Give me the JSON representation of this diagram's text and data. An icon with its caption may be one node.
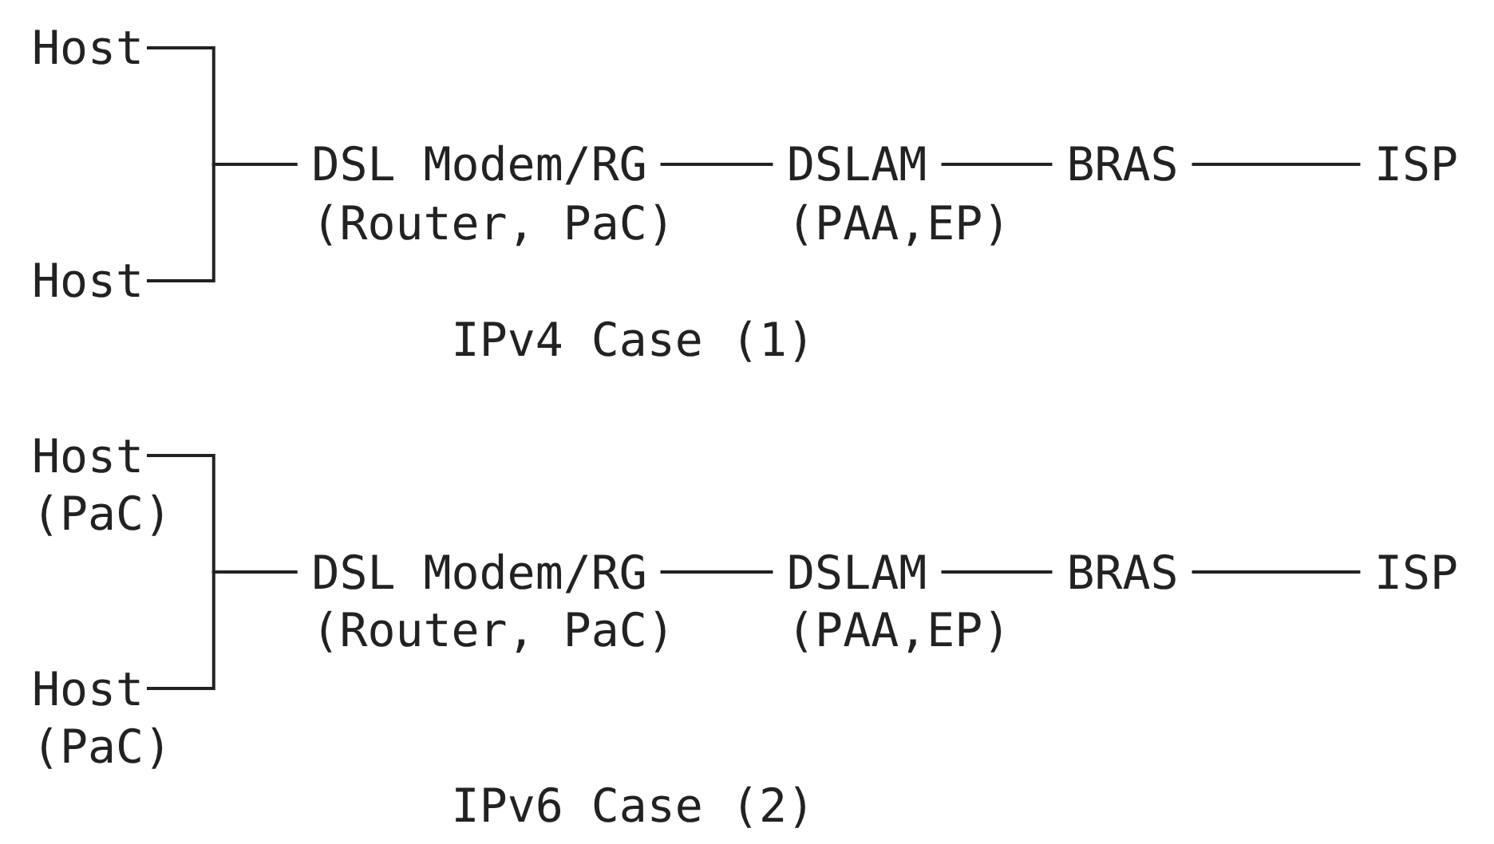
{
  "diagram": {
    "nodes": [
      {
        "text": [
          "Host"
        ]
      },
      {
        "text": [
          "Host"
        ]
      },
      {
        "text": [
          "DSL Modem/RG"
        ],
        "beside": [
          "(Router, PaC)"
        ]
      },
      {
        "text": [
          "DSLAM"
        ]
      },
      {
        "text": [
          "BRAS"
        ]
      },
      {
        "text": [
          "ISP"
        ]
      },
      {
        "text": [
          "Host"
        ],
        "beside": [
          "(PaC)"
        ]
      },
      {
        "text": [
          "Host"
        ],
        "beside": [
          "(PaC)"
        ]
      },
      {
        "text": [
          "DSL Modem/RG"
        ],
        "beside": [
          "(Router, PaC)"
        ]
      },
      {
        "text": [
          "DSLAM"
        ]
      },
      {
        "text": [
          "BRAS"
        ]
      },
      {
        "text": [
          "ISP"
        ]
      }
    ],
    "edges": [
      {
        "from": 0,
        "to": 2,
        "arrow": "none"
      },
      {
        "from": 1,
        "to": 2,
        "arrow": "none"
      },
      {
        "from": 2,
        "to": 3,
        "arrow": "none"
      },
      {
        "from": 3,
        "to": 4,
        "arrow": "none"
      },
      {
        "from": 4,
        "to": 5,
        "arrow": "none"
      },
      {
        "from": 6,
        "to": 8,
        "arrow": "none"
      },
      {
        "from": 7,
        "to": 8,
        "arrow": "none"
      },
      {
        "from": 8,
        "to": 9,
        "arrow": "none"
      },
      {
        "from": 9,
        "to": 10,
        "arrow": "none"
      },
      {
        "from": 10,
        "to": 11,
        "arrow": "none"
      }
    ],
    "labels": [
      "(PAA,EP)",
      "IPv4 Case (1)",
      "(PAA,EP)",
      "IPv6 Case (2)"
    ]
  }
}
